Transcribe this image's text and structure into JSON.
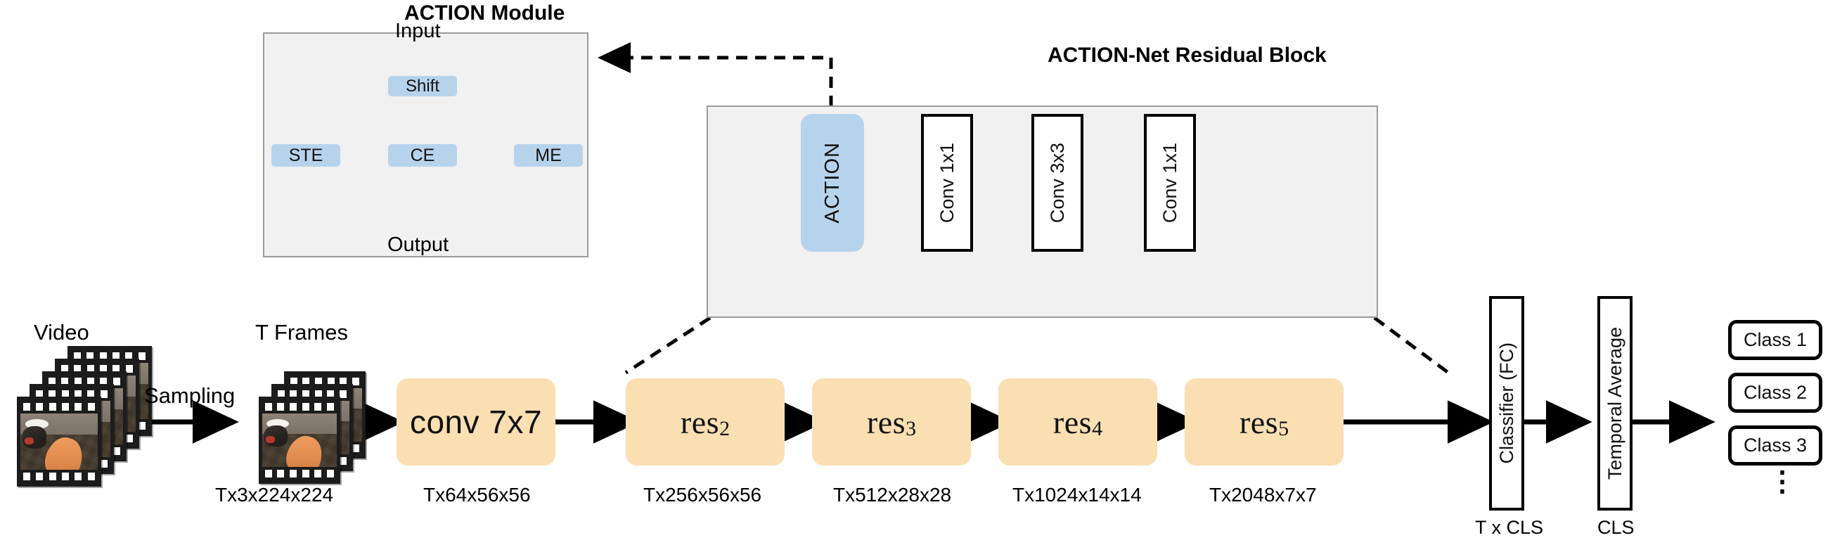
{
  "figure": {
    "type": "architecture-diagram",
    "name": "ACTION-Net pipeline"
  },
  "action_module": {
    "title": "ACTION Module",
    "input_label": "Input",
    "output_label": "Output",
    "shift_label": "Shift",
    "branches": [
      "STE",
      "CE",
      "ME"
    ],
    "sum_symbol": "⊕"
  },
  "residual_block": {
    "title": "ACTION-Net Residual Block",
    "action_label": "ACTION",
    "convs": [
      "Conv 1x1",
      "Conv 3x3",
      "Conv 1x1"
    ],
    "sum_symbol": "⊕"
  },
  "pipeline": {
    "video_label": "Video",
    "frames_label": "T Frames",
    "sampling_label": "Sampling",
    "video_dims": "",
    "frames_dims": "Tx3x224x224",
    "stages": [
      {
        "name": "conv 7x7",
        "base": "conv 7x7",
        "sub": "",
        "dims": "Tx64x56x56",
        "serif": false
      },
      {
        "name": "res2",
        "base": "res",
        "sub": "2",
        "dims": "Tx256x56x56",
        "serif": true
      },
      {
        "name": "res3",
        "base": "res",
        "sub": "3",
        "dims": "Tx512x28x28",
        "serif": true
      },
      {
        "name": "res4",
        "base": "res",
        "sub": "4",
        "dims": "Tx1024x14x14",
        "serif": true
      },
      {
        "name": "res5",
        "base": "res",
        "sub": "5",
        "dims": "Tx2048x7x7",
        "serif": true
      }
    ],
    "classifier": {
      "label": "Classifier (FC)",
      "dims": "T x CLS"
    },
    "temporal_average": {
      "label": "Temporal Average",
      "dims": "CLS"
    },
    "classes": [
      "Class 1",
      "Class 2",
      "Class 3"
    ],
    "ellipsis": "⋮"
  },
  "colors": {
    "panel_fill": "#f1f1f1",
    "panel_border": "#9a9a9a",
    "chip_blue": "#b7d3ec",
    "stage_orange": "#fadfb2",
    "line": "#000000",
    "text": "#000000"
  }
}
